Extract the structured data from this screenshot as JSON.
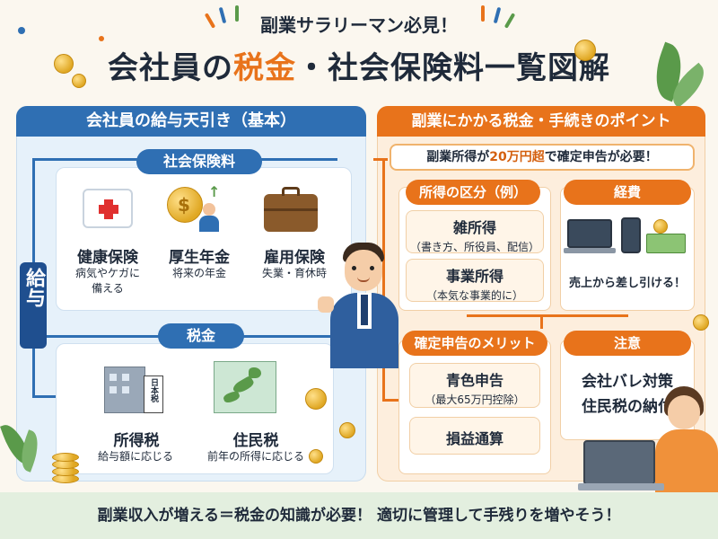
{
  "header": {
    "subtitle": "副業サラリーマン必見！",
    "title_part1": "会社員の",
    "title_highlight": "税金",
    "title_part2": "・社会保険料一覧図解"
  },
  "left": {
    "heading": "会社員の給与天引き（基本）",
    "salary_label": "給与",
    "social_insurance": {
      "label": "社会保険料",
      "items": [
        {
          "name": "健康保険",
          "desc_line1": "病気やケガに",
          "desc_line2": "備える",
          "icon": "first-aid-kit-icon"
        },
        {
          "name": "厚生年金",
          "desc_line1": "将来の年金",
          "desc_line2": "",
          "icon": "pension-coin-family-icon"
        },
        {
          "name": "雇用保険",
          "desc_line1": "失業・育休時",
          "desc_line2": "",
          "icon": "briefcase-icon"
        }
      ]
    },
    "tax": {
      "label": "税金",
      "items": [
        {
          "name": "所得税",
          "desc": "給与額に応じる",
          "icon": "japan-tax-office-building-icon",
          "sign": "日本税"
        },
        {
          "name": "住民税",
          "desc": "前年の所得に応じる",
          "icon": "japan-map-icon"
        }
      ]
    }
  },
  "right": {
    "heading": "副業にかかる税金・手続きのポイント",
    "notice_part1": "副業所得が",
    "notice_highlight": "20万円超",
    "notice_part2": "で確定申告が必要！",
    "income_types": {
      "label": "所得の区分（例）",
      "items": [
        {
          "main": "雑所得",
          "sub": "（書き方、所役員、配信）"
        },
        {
          "main": "事業所得",
          "sub": "（本気な事業的に）"
        }
      ]
    },
    "expenses": {
      "label": "経費",
      "desc": "売上から差し引ける！",
      "icon": "devices-and-money-icon"
    },
    "filing_merits": {
      "label": "確定申告のメリット",
      "items": [
        {
          "main": "青色申告",
          "sub": "（最大65万円控除）"
        },
        {
          "main": "損益通算",
          "sub": ""
        }
      ]
    },
    "caution": {
      "label": "注意",
      "line1": "会社バレ対策",
      "line2": "住民税の納付"
    }
  },
  "footer": {
    "message": "副業収入が増える＝税金の知識が必要！ 適切に管理して手残りを増やそう！"
  },
  "colors": {
    "blue": "#2f6fb3",
    "navy": "#1f4f8f",
    "orange": "#e8731b",
    "light_blue": "#e6f1fa",
    "light_orange": "#fdeedd",
    "footer_green": "#e3efdf"
  }
}
